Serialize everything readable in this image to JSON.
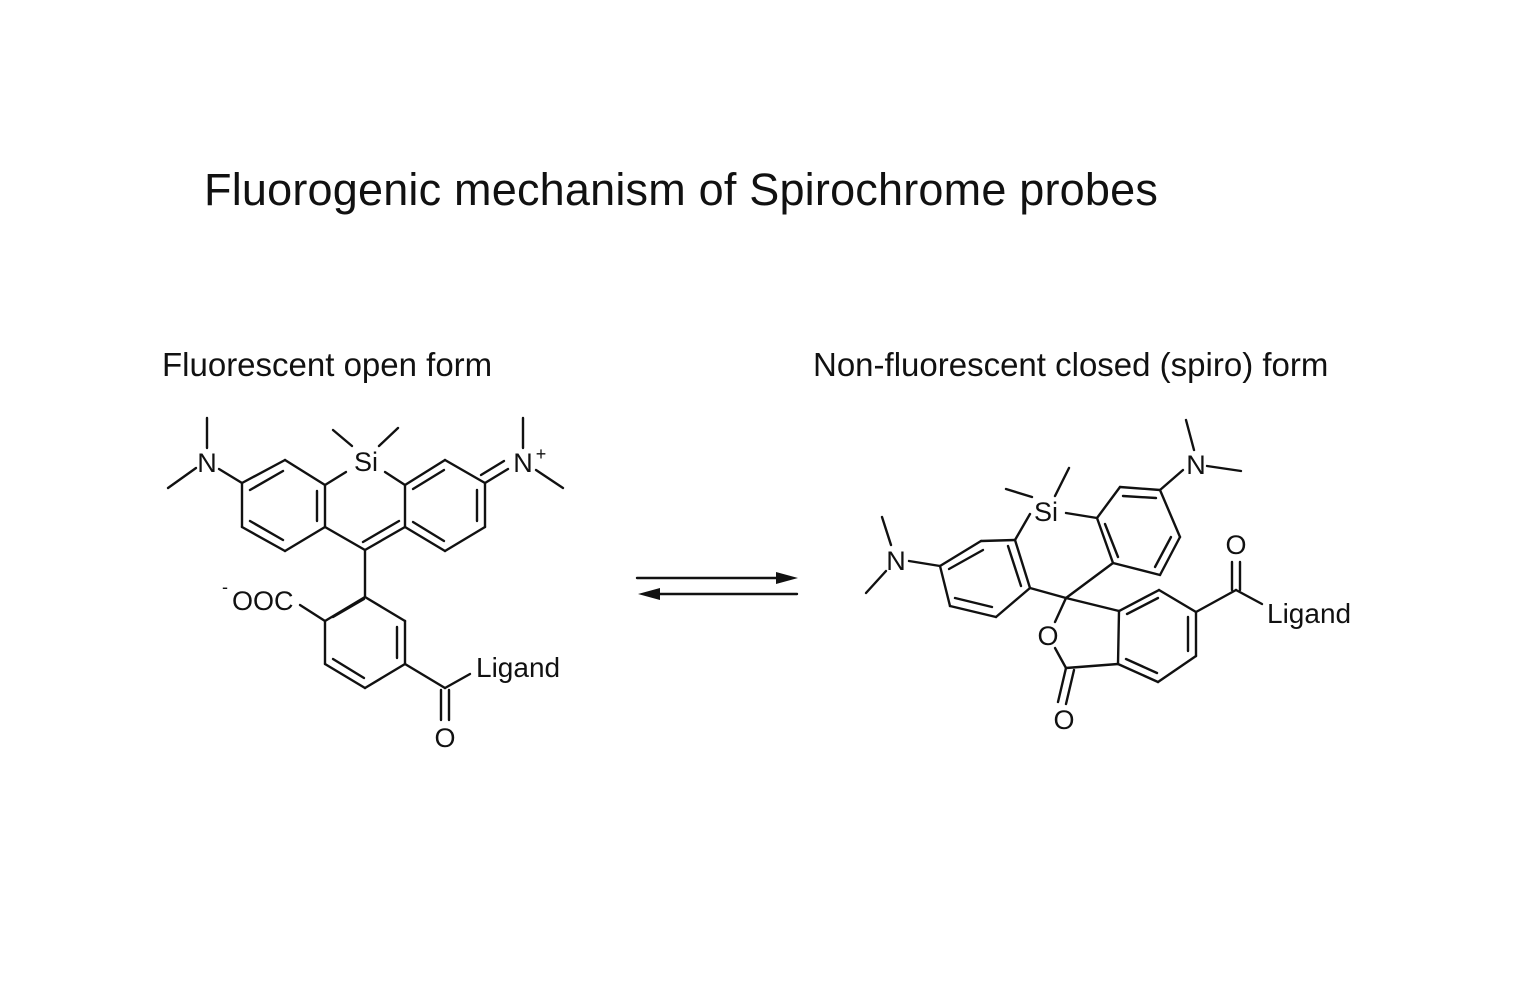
{
  "title": "Fluorogenic mechanism of Spirochrome probes",
  "left_form": {
    "label": "Fluorescent open form",
    "atoms": {
      "n_left": "N",
      "si": "Si",
      "n_right": "N",
      "n_charge": "+",
      "carboxylate_charge": "-",
      "carboxylate": "OOC",
      "carbonyl_o": "O",
      "ligand": "Ligand"
    }
  },
  "right_form": {
    "label": "Non-fluorescent closed (spiro) form",
    "atoms": {
      "n_top": "N",
      "si": "Si",
      "n_left": "N",
      "ring_o": "O",
      "lactone_o": "O",
      "carbonyl_o": "O",
      "ligand": "Ligand"
    }
  },
  "equilibrium_arrows": "reversible"
}
